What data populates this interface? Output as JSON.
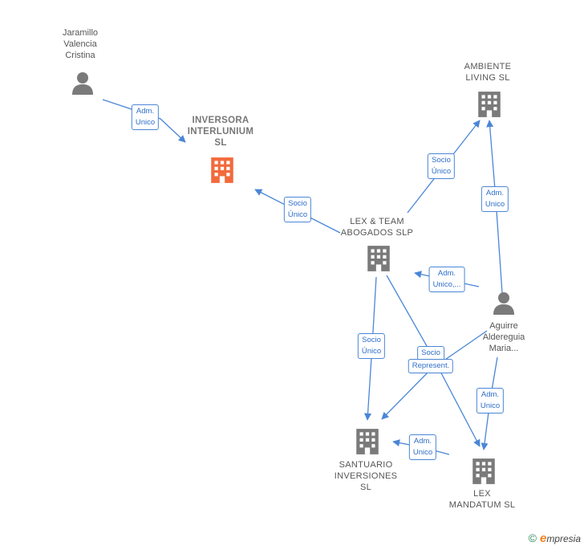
{
  "nodes": {
    "jaramillo": {
      "type": "person",
      "lines": [
        "Jaramillo",
        "Valencia",
        "Cristina"
      ]
    },
    "inversora": {
      "type": "company-main",
      "lines": [
        "INVERSORA",
        "INTERLUNIUM",
        "SL"
      ]
    },
    "ambiente": {
      "type": "company",
      "lines": [
        "AMBIENTE",
        "LIVING  SL"
      ]
    },
    "lexteam": {
      "type": "company",
      "lines": [
        "LEX & TEAM",
        "ABOGADOS  SLP"
      ]
    },
    "aguirre": {
      "type": "person",
      "lines": [
        "Aguirre",
        "Aldereguia",
        "Maria..."
      ]
    },
    "santuario": {
      "type": "company",
      "lines": [
        "SANTUARIO",
        "INVERSIONES",
        "SL"
      ]
    },
    "lexmandatum": {
      "type": "company",
      "lines": [
        "LEX",
        "MANDATUM  SL"
      ]
    }
  },
  "edges": [
    {
      "from": "jaramillo",
      "to": "inversora",
      "label": [
        "Adm.",
        "Unico"
      ]
    },
    {
      "from": "lexteam",
      "to": "inversora",
      "label": [
        "Socio",
        "Único"
      ]
    },
    {
      "from": "lexteam",
      "to": "ambiente",
      "label": [
        "Socio",
        "Único"
      ]
    },
    {
      "from": "aguirre",
      "to": "ambiente",
      "label": [
        "Adm.",
        "Unico"
      ]
    },
    {
      "from": "aguirre",
      "to": "lexteam",
      "label": [
        "Adm.",
        "Unico,..."
      ]
    },
    {
      "from": "lexteam",
      "to": "santuario",
      "label": [
        "Socio",
        "Único"
      ]
    },
    {
      "from": "lexteam",
      "to": "lexmandatum",
      "label": [
        "Socio"
      ]
    },
    {
      "from": "aguirre",
      "to": "santuario",
      "label": [
        "Represent."
      ]
    },
    {
      "from": "aguirre",
      "to": "lexmandatum",
      "label": [
        "Adm.",
        "Unico"
      ]
    },
    {
      "from": "lexmandatum",
      "to": "santuario",
      "label": [
        "Adm.",
        "Unico"
      ]
    }
  ],
  "colors": {
    "edge": "#4a86d6",
    "company": "#7a7a7a",
    "company_main": "#f26a3c",
    "person": "#7a7a7a"
  },
  "footer": {
    "copyright": "©",
    "brand_initial": "e",
    "brand_rest": "mpresia"
  }
}
